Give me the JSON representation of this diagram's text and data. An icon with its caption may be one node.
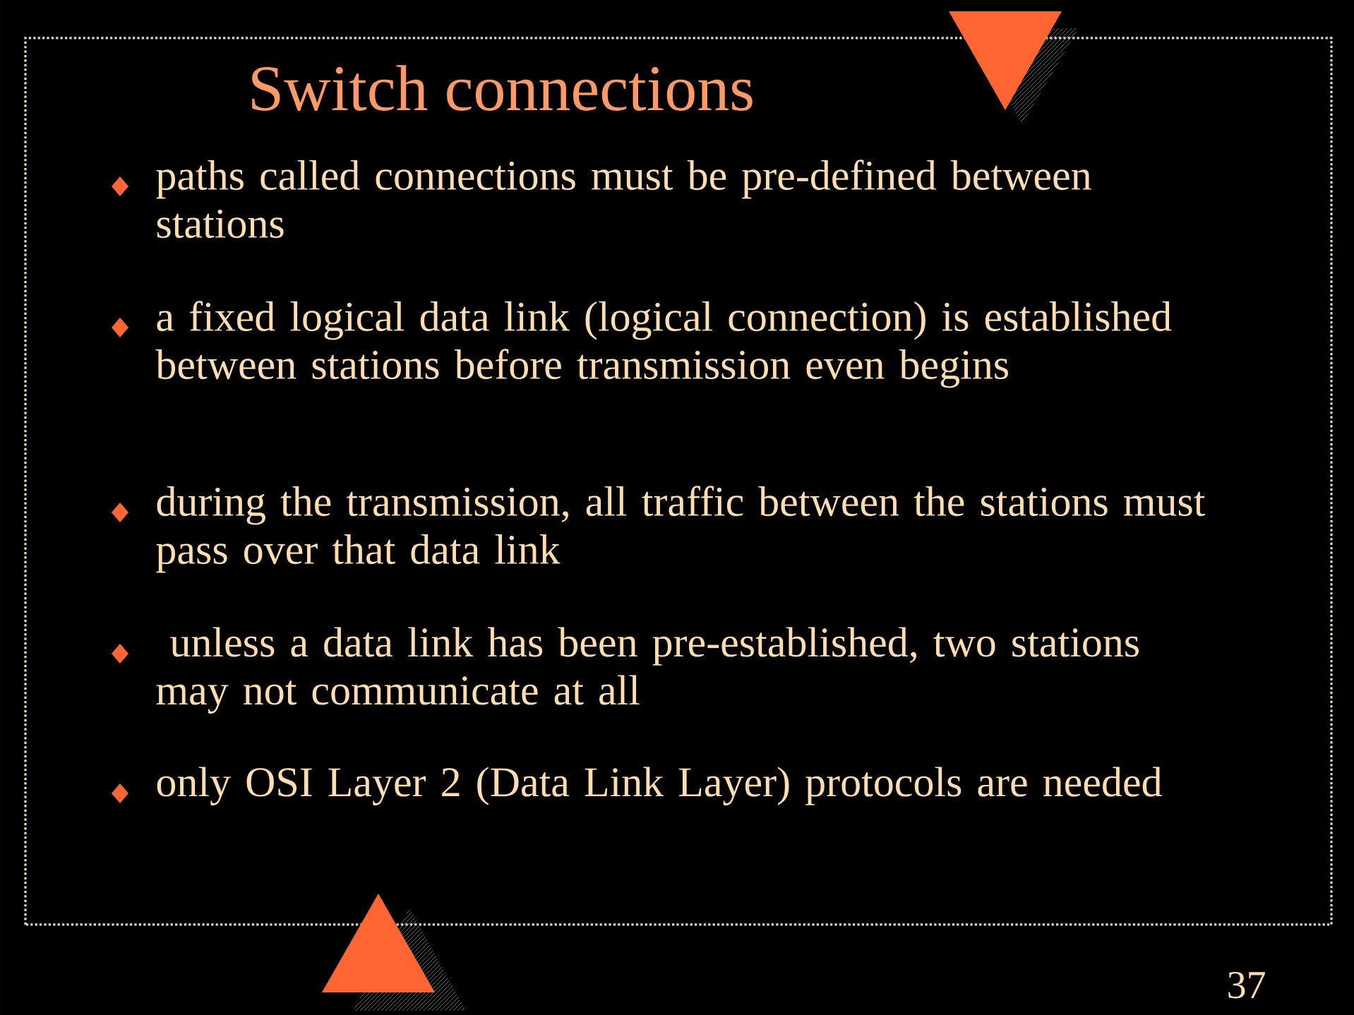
{
  "diagram": {
    "title": "Switch connections",
    "labels": [
      "paths called connections must be pre-defined between stations",
      "a fixed logical data link (logical connection) is established between stations before transmission even begins",
      "during the transmission, all traffic between the stations must pass over that data link",
      " unless a data link has been pre-established, two stations may not communicate at all",
      "only OSI Layer 2 (Data Link Layer) protocols are needed",
      "37"
    ]
  }
}
